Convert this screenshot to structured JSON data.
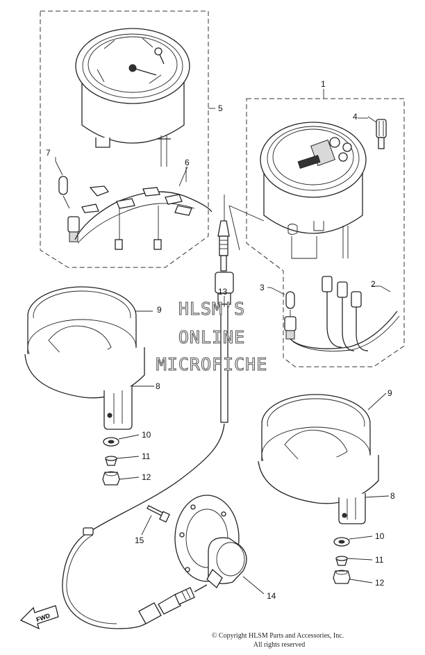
{
  "callouts": {
    "c1": "1",
    "c2": "2",
    "c3": "3",
    "c4": "4",
    "c5": "5",
    "c6": "6",
    "c7": "7",
    "c8a": "8",
    "c8b": "8",
    "c9a": "9",
    "c9b": "9",
    "c10a": "10",
    "c10b": "10",
    "c11a": "11",
    "c11b": "11",
    "c12a": "12",
    "c12b": "12",
    "c13": "13",
    "c14": "14",
    "c15": "15"
  },
  "watermark": {
    "line1": "HLSM'S",
    "line2": "ONLINE",
    "line3": "MICROFICHE"
  },
  "fwd_label": "FWD",
  "copyright": {
    "line1": "© Copyright HLSM Parts and Accessories, Inc.",
    "line2": "All rights reserved"
  }
}
